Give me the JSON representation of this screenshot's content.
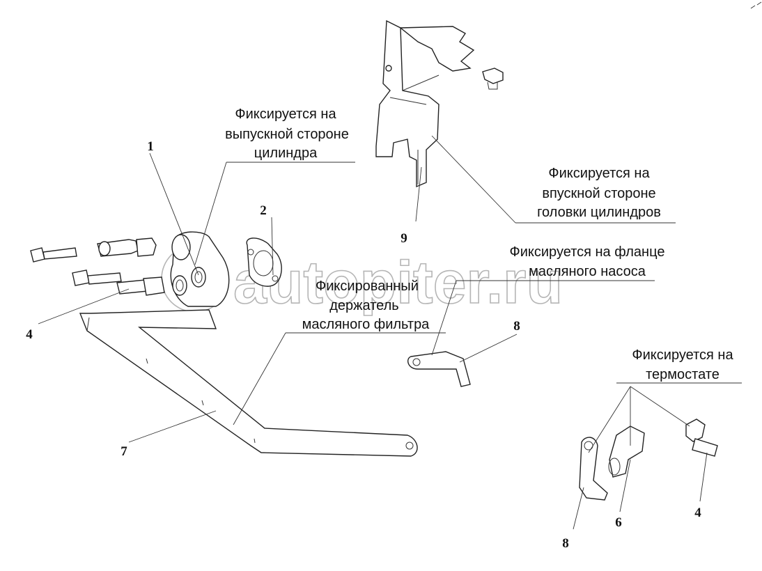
{
  "watermark": "autopiter.ru",
  "labels": {
    "exhaust_side": [
      "Фиксируется на",
      "выпускной стороне",
      "цилиндра"
    ],
    "intake_side": [
      "Фиксируется на",
      "впускной стороне",
      "головки цилиндров"
    ],
    "oil_pump_flange": [
      "Фиксируется на фланце",
      "масляного насоса"
    ],
    "oil_filter_bracket": [
      "Фиксированный",
      "держатель",
      "масляного фильтра"
    ],
    "thermostat": [
      "Фиксируется на",
      "термостате"
    ]
  },
  "callouts": [
    "1",
    "2",
    "9",
    "4",
    "8",
    "7",
    "8",
    "6",
    "4"
  ]
}
